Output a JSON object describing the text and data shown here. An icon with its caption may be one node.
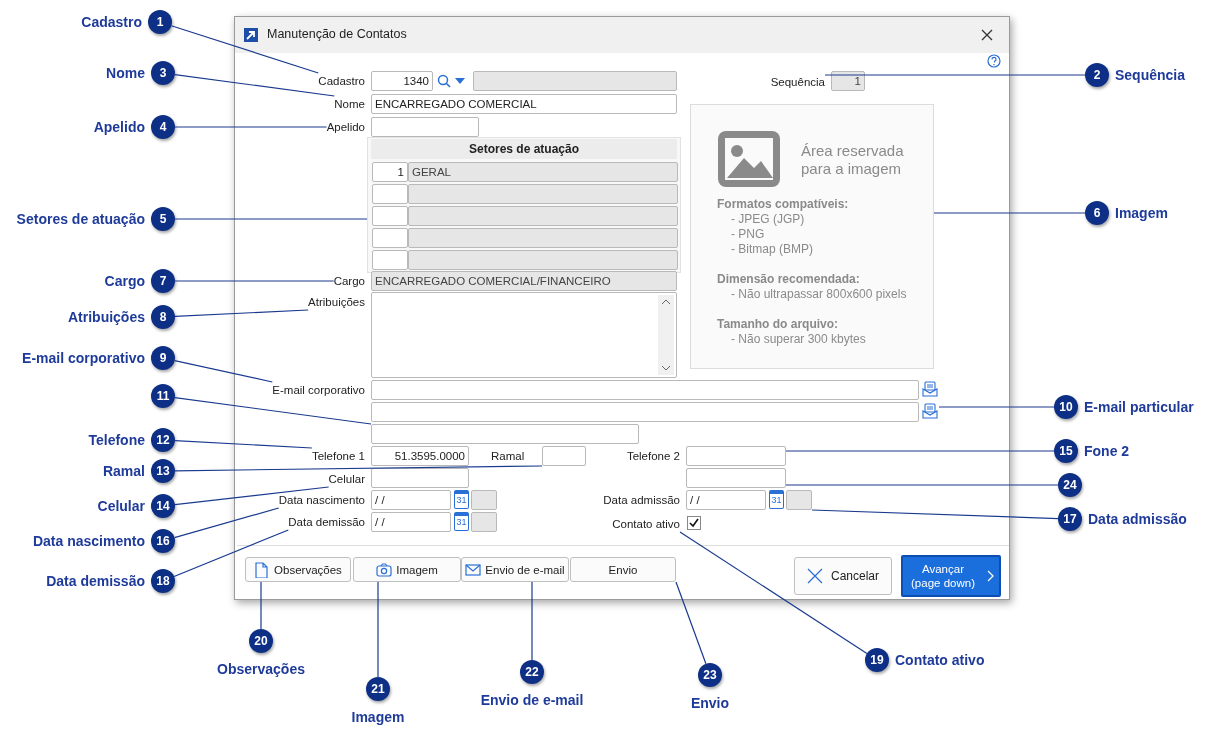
{
  "diagram": {
    "nodes": [
      {
        "text": [
          "1"
        ],
        "beside": [
          "Cadastro"
        ]
      },
      {
        "text": [
          "2"
        ],
        "beside": [
          "Sequência"
        ]
      },
      {
        "text": [
          "3"
        ],
        "beside": [
          "Nome"
        ]
      },
      {
        "text": [
          "4"
        ],
        "beside": [
          "Apelido"
        ]
      },
      {
        "text": [
          "5"
        ],
        "beside": [
          "Setores de atuação"
        ]
      },
      {
        "text": [
          "6"
        ],
        "beside": [
          "Imagem"
        ]
      },
      {
        "text": [
          "7"
        ],
        "beside": [
          "Cargo"
        ]
      },
      {
        "text": [
          "8"
        ],
        "beside": [
          "Atribuições"
        ]
      },
      {
        "text": [
          "9"
        ],
        "beside": [
          "E-mail corporativo"
        ]
      },
      {
        "text": [
          "10"
        ],
        "beside": [
          "E-mail particular"
        ]
      },
      {
        "text": [
          "11"
        ]
      },
      {
        "text": [
          "12"
        ],
        "beside": [
          "Telefone"
        ]
      },
      {
        "text": [
          "13"
        ],
        "beside": [
          "Ramal"
        ]
      },
      {
        "text": [
          "14"
        ],
        "beside": [
          "Celular"
        ]
      },
      {
        "text": [
          "15"
        ],
        "beside": [
          "Fone 2"
        ]
      },
      {
        "text": [
          "16"
        ],
        "beside": [
          "Data nascimento"
        ]
      },
      {
        "text": [
          "17"
        ],
        "beside": [
          "Data admissão"
        ]
      },
      {
        "text": [
          "18"
        ],
        "beside": [
          "Data demissão"
        ]
      },
      {
        "text": [
          "19"
        ],
        "beside": [
          "Contato ativo"
        ]
      },
      {
        "text": [
          "20"
        ],
        "beside": [
          "Observações"
        ]
      },
      {
        "text": [
          "21"
        ],
        "beside": [
          "Imagem"
        ]
      },
      {
        "text": [
          "22"
        ],
        "beside": [
          "Envio de e-mail"
        ]
      },
      {
        "text": [
          "23"
        ],
        "beside": [
          "Envio"
        ]
      },
      {
        "text": [
          "24"
        ]
      },
      {
        "text": [
          "Manutenção de Contatos"
        ]
      },
      {
        "text": [
          "Cadastro"
        ],
        "in": 24
      },
      {
        "text": [
          "Sequência"
        ],
        "in": 24
      },
      {
        "text": [
          "Nome"
        ],
        "in": 24
      },
      {
        "text": [
          "Apelido"
        ],
        "in": 24
      },
      {
        "text": [
          "Setores de atuação"
        ],
        "in": 24
      },
      {
        "text": [
          "Área reservada para a imagem",
          "Formatos compatíveis:",
          "- JPEG (JGP)",
          "- PNG",
          "- Bitmap (BMP)",
          "Dimensão recomendada:",
          "- Não ultrapassar 800x600 pixels",
          "Tamanho do arquivo:",
          "- Não superar 300 kbytes"
        ],
        "in": 24
      },
      {
        "text": [
          "Cargo"
        ],
        "in": 24
      },
      {
        "text": [
          "Atribuições"
        ],
        "in": 24
      },
      {
        "text": [
          "E-mail corporativo"
        ],
        "in": 24
      },
      {
        "text": [],
        "shape": "picture",
        "in": 24
      },
      {
        "text": [],
        "shape": "box",
        "in": 24
      },
      {
        "text": [
          "Telefone 1"
        ],
        "in": 24
      },
      {
        "text": [],
        "shape": "box",
        "in": 24
      },
      {
        "text": [
          "Celular"
        ],
        "in": 24
      },
      {
        "text": [],
        "shape": "box",
        "in": 24
      },
      {
        "text": [
          "Data nascimento"
        ],
        "in": 24
      },
      {
        "text": [],
        "shape": "box",
        "in": 24
      },
      {
        "text": [
          "Data demissão"
        ],
        "in": 24
      },
      {
        "text": [
          "Contato ativo"
        ],
        "in": 24
      },
      {
        "text": [
          "Observações"
        ],
        "in": 24
      },
      {
        "text": [
          "Imagem"
        ],
        "in": 24
      },
      {
        "text": [
          "Envio de e-mail"
        ],
        "in": 24
      },
      {
        "text": [
          "Envio"
        ],
        "in": 24
      },
      {
        "text": [],
        "shape": "box",
        "in": 24
      },
      {
        "text": [
          "1340"
        ],
        "in": 24
      },
      {
        "text": [],
        "shape": "box",
        "in": 24
      },
      {
        "text": [
          "ENCARREGADO COMERCIAL"
        ],
        "in": 24
      },
      {
        "text": [],
        "shape": "box",
        "in": 24
      },
      {
        "text": [
          "1"
        ],
        "in": 24
      },
      {
        "text": [
          "1"
        ],
        "in": 29
      },
      {
        "text": [
          "GERAL"
        ],
        "in": 29
      },
      {
        "text": [],
        "shape": "box",
        "in": 29
      },
      {
        "text": [],
        "shape": "box",
        "in": 29
      },
      {
        "text": [],
        "shape": "box",
        "in": 29
      },
      {
        "text": [],
        "shape": "box",
        "in": 29
      },
      {
        "text": [],
        "shape": "box",
        "in": 29
      },
      {
        "text": [],
        "shape": "box",
        "in": 29
      },
      {
        "text": [],
        "shape": "box",
        "in": 29
      },
      {
        "text": [],
        "shape": "box",
        "in": 29
      },
      {
        "text": [
          "ENCARREGADO COMERCIAL/FINANCEIRO"
        ],
        "in": 24
      },
      {
        "text": [],
        "shape": "box",
        "in": 24
      },
      {
        "text": [],
        "shape": "box",
        "in": 24
      },
      {
        "text": [],
        "shape": "box",
        "in": 24
      },
      {
        "text": [
          "51.3595.0000"
        ],
        "in": 24
      },
      {
        "text": [],
        "shape": "box",
        "in": 24
      },
      {
        "text": [
          "/ /"
        ],
        "in": 24
      },
      {
        "text": [],
        "shape": "box",
        "in": 24
      },
      {
        "text": [
          "/ /"
        ],
        "in": 24
      },
      {
        "text": [
          "/ /"
        ],
        "in": 24
      },
      {
        "text": [],
        "shape": "box",
        "in": 24
      },
      {
        "text": [
          "Cancelar"
        ],
        "in": 24
      },
      {
        "text": [
          "Avançar (page down)"
        ],
        "in": 24
      },
      {
        "text": [],
        "shape": "picture",
        "in": 24
      }
    ],
    "edges": [
      {
        "from": 0,
        "to": 25,
        "arrow": "none"
      },
      {
        "from": 1,
        "to": 26,
        "arrow": "none"
      },
      {
        "from": 2,
        "to": 27,
        "arrow": "none"
      },
      {
        "from": 3,
        "to": 28,
        "arrow": "none"
      },
      {
        "from": 4,
        "to": 29,
        "arrow": "none"
      },
      {
        "from": 5,
        "to": 30,
        "arrow": "none"
      },
      {
        "from": 6,
        "to": 31,
        "arrow": "none"
      },
      {
        "from": 7,
        "to": 32,
        "arrow": "none"
      },
      {
        "from": 8,
        "to": 33,
        "arrow": "none"
      },
      {
        "from": 9,
        "to": 77,
        "arrow": "none"
      },
      {
        "from": 10,
        "to": 35,
        "arrow": "none"
      },
      {
        "from": 11,
        "to": 36,
        "arrow": "none"
      },
      {
        "from": 12,
        "to": 37,
        "arrow": "none"
      },
      {
        "from": 13,
        "to": 38,
        "arrow": "none"
      },
      {
        "from": 14,
        "to": 39,
        "arrow": "none"
      },
      {
        "from": 15,
        "to": 40,
        "arrow": "none"
      },
      {
        "from": 16,
        "to": 41,
        "arrow": "none"
      },
      {
        "from": 17,
        "to": 42,
        "arrow": "none"
      },
      {
        "from": 18,
        "to": 43,
        "arrow": "none"
      },
      {
        "from": 19,
        "to": 44,
        "arrow": "none"
      },
      {
        "from": 20,
        "to": 45,
        "arrow": "none"
      },
      {
        "from": 21,
        "to": 46,
        "arrow": "none"
      },
      {
        "from": 22,
        "to": 47,
        "arrow": "none"
      },
      {
        "from": 23,
        "to": 48,
        "arrow": "none"
      }
    ],
    "labels": [
      "Ramal",
      "Telefone 2",
      "31",
      "Data admissão",
      "31",
      "31"
    ]
  }
}
